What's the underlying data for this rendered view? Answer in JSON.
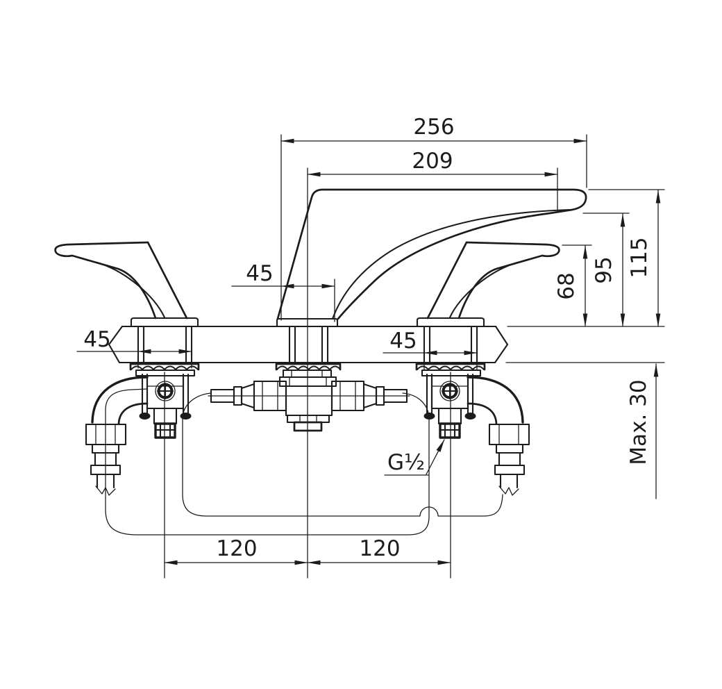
{
  "drawing": {
    "subject": "3-hole deck-mounted bathtub faucet with lever handles, front elevation installation drawing",
    "units": "mm",
    "line_color": "#1c1c1c",
    "background_color": "#ffffff",
    "dimensions": {
      "overall_width": "256",
      "spout_reach": "209",
      "spout_hole_diameter": "45",
      "left_handle_hole_diameter": "45",
      "right_handle_hole_diameter": "45",
      "handle_height": "68",
      "spout_outlet_height": "95",
      "spout_total_height": "115",
      "deck_thickness": "Max. 30",
      "connection_thread": "G½",
      "left_hole_spacing": "120",
      "right_hole_spacing": "120"
    }
  }
}
